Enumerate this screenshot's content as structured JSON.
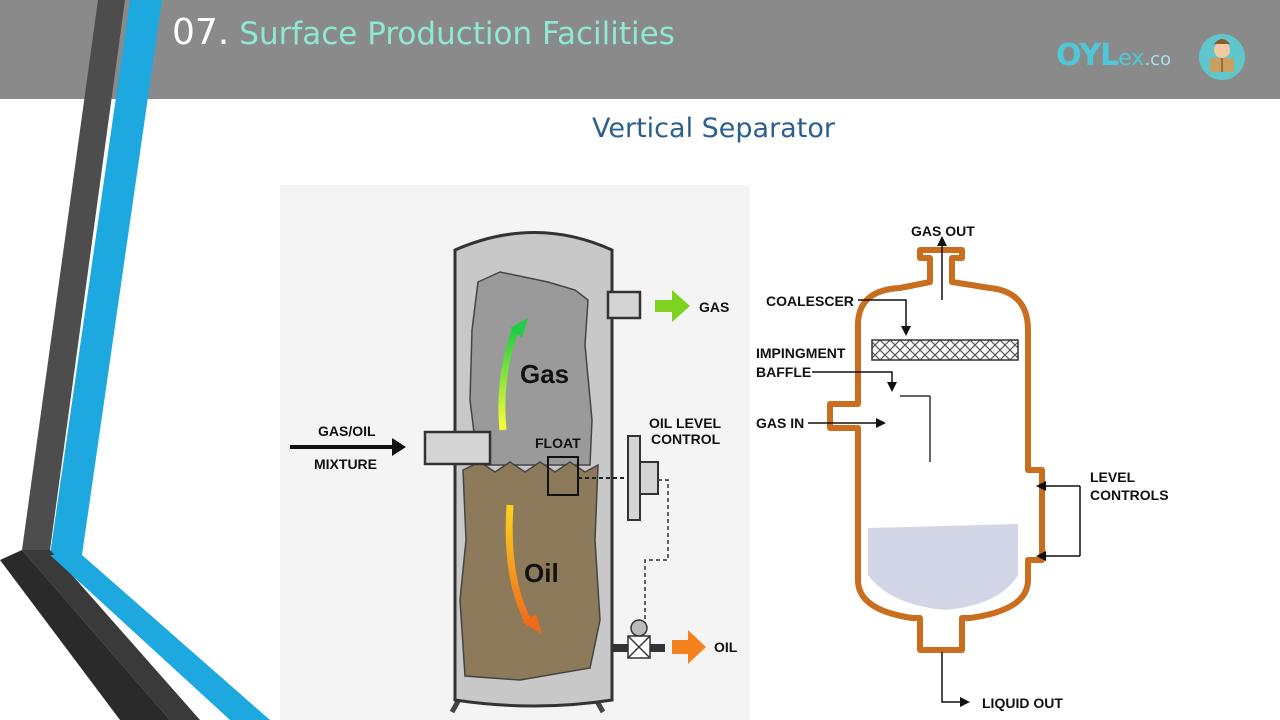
{
  "header": {
    "number": "07.",
    "title": "Surface Production Facilities",
    "logo": {
      "main": "OYL",
      "ex": "ex",
      "suffix": ".co"
    }
  },
  "slide": {
    "subtitle": "Vertical Separator"
  },
  "left_diagram": {
    "input_line1": "GAS/OIL",
    "input_line2": "MIXTURE",
    "gas_label": "Gas",
    "oil_label": "Oil",
    "float_label": "FLOAT",
    "control_line1": "OIL LEVEL",
    "control_line2": "CONTROL",
    "gas_out": "GAS",
    "oil_out": "OIL"
  },
  "right_diagram": {
    "gas_out": "GAS OUT",
    "coalescer": "COALESCER",
    "baffle_line1": "IMPINGMENT",
    "baffle_line2": "BAFFLE",
    "gas_in": "GAS IN",
    "level_line1": "LEVEL",
    "level_line2": "CONTROLS",
    "liquid_out": "LIQUID OUT"
  },
  "colors": {
    "header_bg": "#8a8a8a",
    "title_accent": "#8fe8d0",
    "subtitle": "#2a5f8f",
    "vessel_copper": "#c86e1e",
    "oil_brown": "#8c7a5a",
    "gas_arrow_green": "#7ed321",
    "oil_arrow_orange": "#f5821f"
  },
  "icons": [
    "reader-avatar-icon"
  ]
}
